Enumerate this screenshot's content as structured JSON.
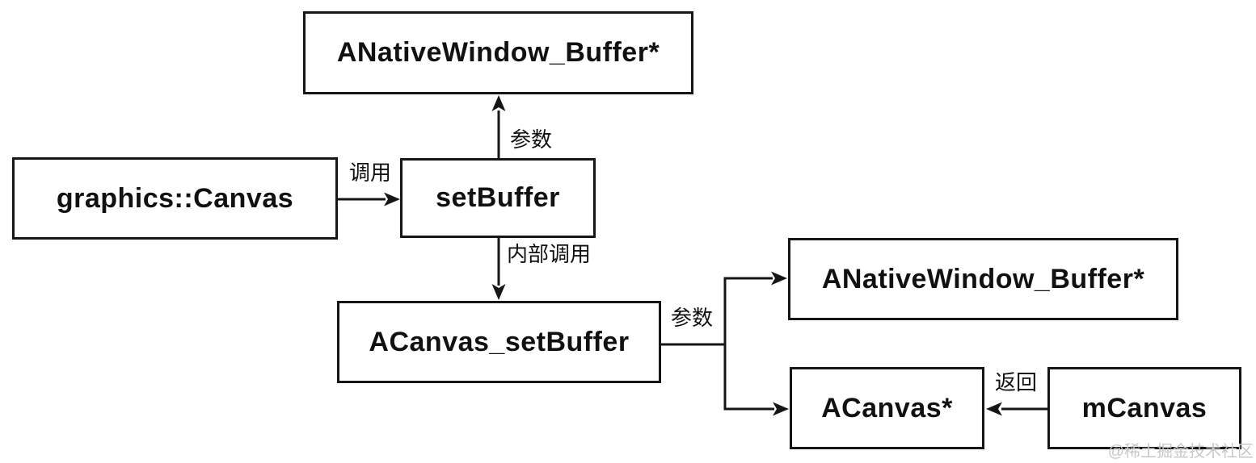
{
  "diagram": {
    "nodes": {
      "top_buffer": {
        "label": "ANativeWindow_Buffer*"
      },
      "graphics_canvas": {
        "label": "graphics::Canvas"
      },
      "set_buffer": {
        "label": "setBuffer"
      },
      "acanvas_set_buffer": {
        "label": "ACanvas_setBuffer"
      },
      "right_buffer": {
        "label": "ANativeWindow_Buffer*"
      },
      "acanvas_ptr": {
        "label": "ACanvas*"
      },
      "m_canvas": {
        "label": "mCanvas"
      }
    },
    "edges": {
      "call": {
        "label": "调用",
        "from": "graphics_canvas",
        "to": "set_buffer"
      },
      "param_top": {
        "label": "参数",
        "from": "set_buffer",
        "to": "top_buffer"
      },
      "internal_call": {
        "label": "内部调用",
        "from": "set_buffer",
        "to": "acanvas_set_buffer"
      },
      "param_right": {
        "label": "参数",
        "from": "acanvas_set_buffer",
        "to": "right_buffer / acanvas_ptr"
      },
      "return": {
        "label": "返回",
        "from": "m_canvas",
        "to": "acanvas_ptr"
      }
    },
    "colors": {
      "ink": "#161616",
      "background": "#ffffff",
      "watermark": "#c8c8c8"
    }
  },
  "watermark": {
    "text": "@稀土掘金技术社区"
  }
}
